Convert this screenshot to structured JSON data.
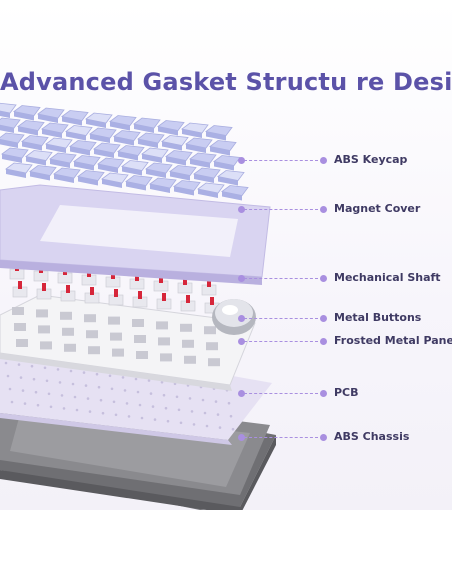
{
  "title": "Advanced Gasket Structu re Design",
  "callouts": [
    {
      "label": "ABS Keycap"
    },
    {
      "label": "Magnet Cover"
    },
    {
      "label": "Mechanical Shaft"
    },
    {
      "label": "Metal Buttons"
    },
    {
      "label": "Frosted Metal Panels"
    },
    {
      "label": "PCB"
    },
    {
      "label": "ABS Chassis"
    }
  ],
  "colors": {
    "title": "#5b52a8",
    "callout_line": "#a98fe0",
    "label": "#3f3a63",
    "keycap": "#c9cdf2",
    "magnet_cover": "#d9d4f1",
    "switch_stem": "#d6263a",
    "plate": "#f4f4f6",
    "pcb": "#e6e1f3",
    "chassis": "#7a7a7e"
  }
}
